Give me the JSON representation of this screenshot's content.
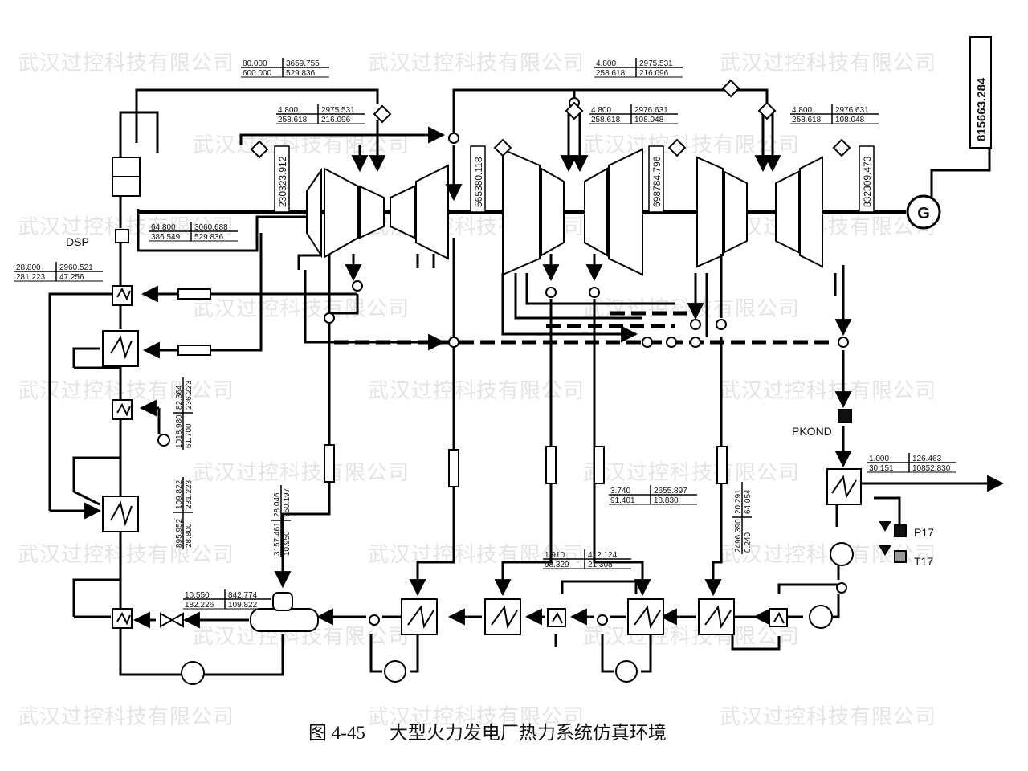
{
  "watermark": "武汉过控科技有限公司",
  "caption": {
    "number": "图 4-45",
    "title": "大型火力发电厂热力系统仿真环境"
  },
  "generator": {
    "symbol": "G",
    "power": "815663.284"
  },
  "labels": {
    "dsp": "DSP",
    "pkond": "PKOND",
    "p17": "P17",
    "t17": "T17"
  },
  "turbine_powers": [
    "230323.912",
    "565380.118",
    "698784.796",
    "832309.473"
  ],
  "boxes": [
    {
      "a": "80.000",
      "b": "3659.755",
      "c": "600.000",
      "d": "529.836"
    },
    {
      "a": "4.800",
      "b": "2975.531",
      "c": "258.618",
      "d": "216.096"
    },
    {
      "a": "4.800",
      "b": "2975.531",
      "c": "258.618",
      "d": "216.096"
    },
    {
      "a": "4.800",
      "b": "2976.631",
      "c": "258.618",
      "d": "108.048"
    },
    {
      "a": "4.800",
      "b": "2976.631",
      "c": "258.618",
      "d": "108.048"
    },
    {
      "a": "64.800",
      "b": "3060.688",
      "c": "386.549",
      "d": "529.836"
    },
    {
      "a": "28.800",
      "b": "2960.521",
      "c": "281.223",
      "d": "47.256"
    },
    {
      "a": "1.000",
      "b": "126.463",
      "c": "30.151",
      "d": "10852.830"
    },
    {
      "a": "3.740",
      "b": "2655.897",
      "c": "91.401",
      "d": "18.830"
    },
    {
      "a": "1.910",
      "b": "412.124",
      "c": "98.329",
      "d": "21.308"
    },
    {
      "a": "10.550",
      "b": "842.774",
      "c": "182.226",
      "d": "109.822"
    }
  ],
  "vboxes": [
    {
      "a": "1018.980",
      "b": "82.364",
      "c": "61.700",
      "d": "236.223"
    },
    {
      "a": "895.952",
      "b": "109.822",
      "c": "28.800",
      "d": "231.223"
    },
    {
      "a": "3157.461",
      "b": "28.046",
      "c": "10.950",
      "d": "350.197"
    },
    {
      "a": "2496.390",
      "b": "20.291",
      "c": "0.240",
      "d": "64.054"
    }
  ]
}
